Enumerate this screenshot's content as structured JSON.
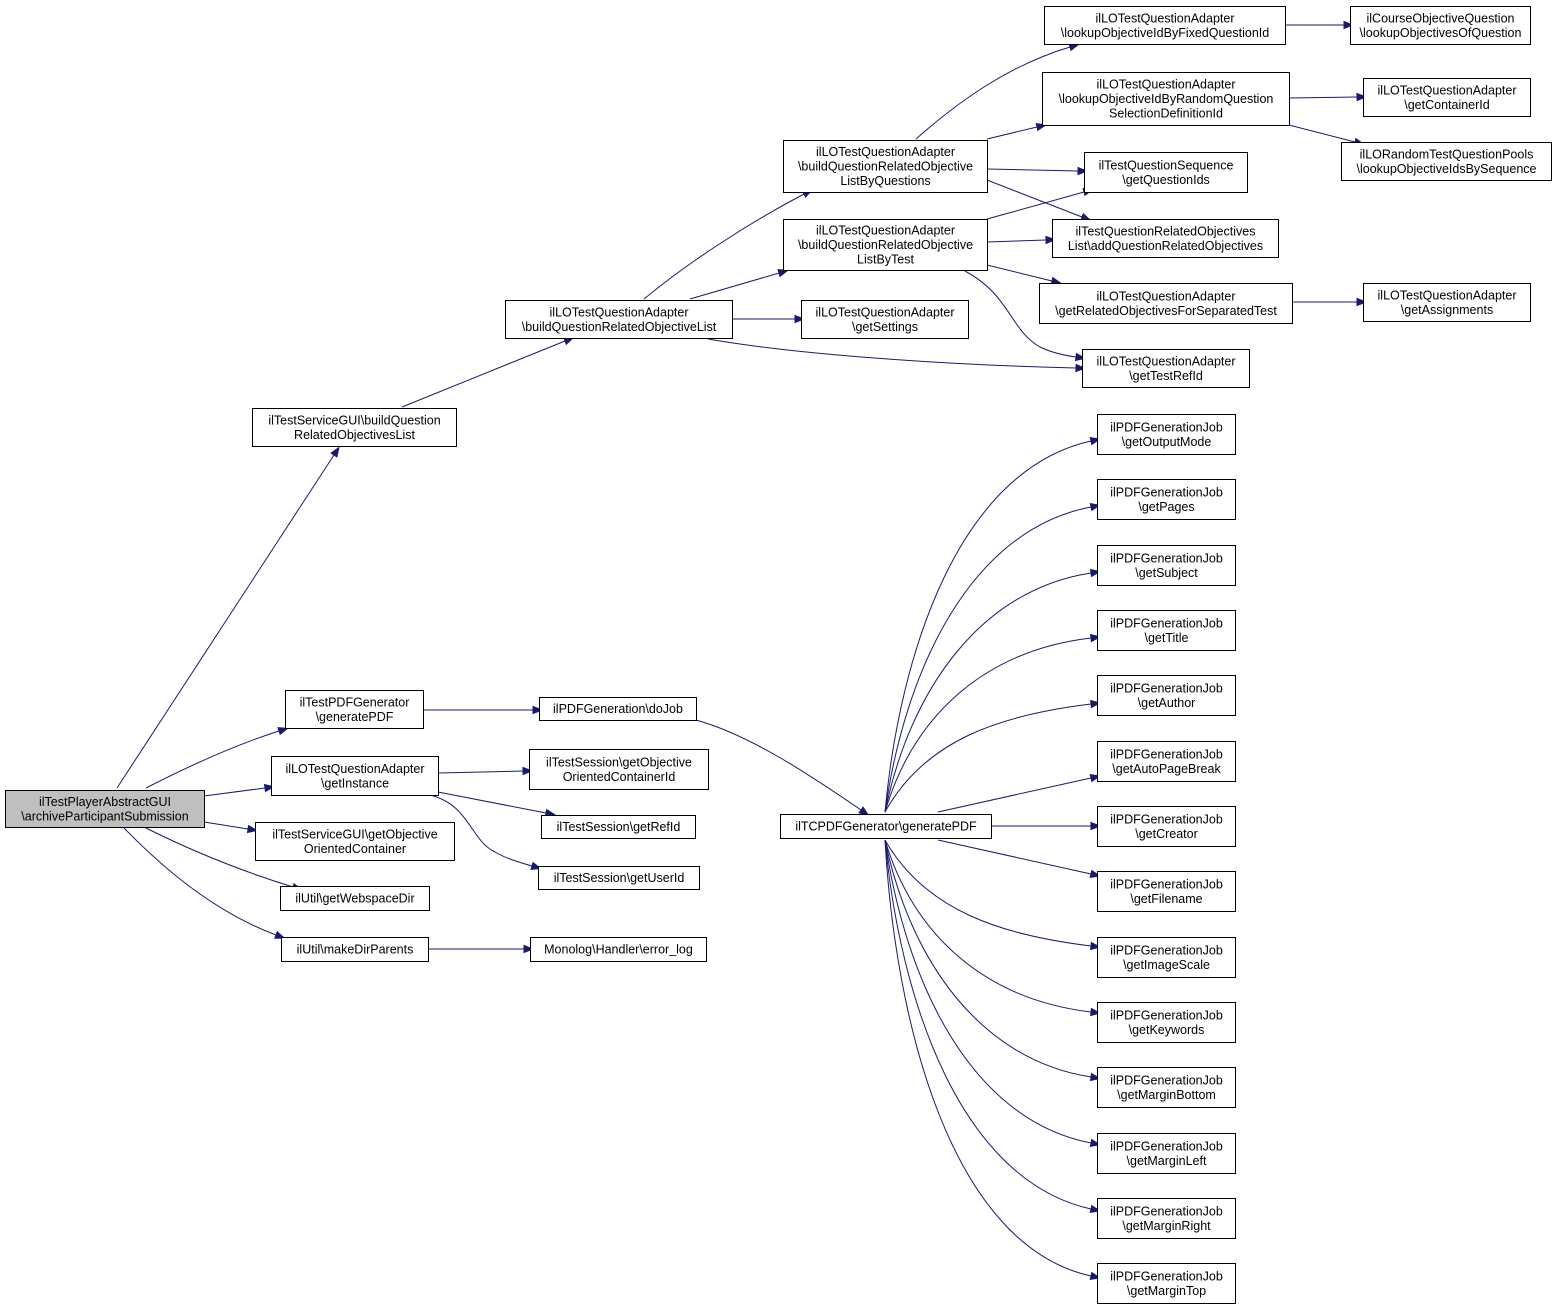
{
  "colors": {
    "edge": "#191970",
    "root_fill": "#bfbfbf",
    "node_fill": "#ffffff",
    "node_border": "#000000"
  },
  "nodes": [
    {
      "id": "root",
      "lines": [
        "ilTestPlayerAbstractGUI",
        "\\archiveParticipantSubmission"
      ]
    },
    {
      "id": "tsg_build",
      "lines": [
        "ilTestServiceGUI\\buildQuestion",
        "RelatedObjectivesList"
      ]
    },
    {
      "id": "lo_build_list",
      "lines": [
        "ilLOTestQuestionAdapter",
        "\\buildQuestionRelatedObjectiveList"
      ]
    },
    {
      "id": "lo_build_by_questions",
      "lines": [
        "ilLOTestQuestionAdapter",
        "\\buildQuestionRelatedObjective",
        "ListByQuestions"
      ]
    },
    {
      "id": "lo_build_by_test",
      "lines": [
        "ilLOTestQuestionAdapter",
        "\\buildQuestionRelatedObjective",
        "ListByTest"
      ]
    },
    {
      "id": "lo_get_settings",
      "lines": [
        "ilLOTestQuestionAdapter",
        "\\getSettings"
      ]
    },
    {
      "id": "lo_lookup_fixed",
      "lines": [
        "ilLOTestQuestionAdapter",
        "\\lookupObjectiveIdByFixedQuestionId"
      ]
    },
    {
      "id": "lo_lookup_random",
      "lines": [
        "ilLOTestQuestionAdapter",
        "\\lookupObjectiveIdByRandomQuestion",
        "SelectionDefinitionId"
      ]
    },
    {
      "id": "course_obj_lookup",
      "lines": [
        "ilCourseObjectiveQuestion",
        "\\lookupObjectivesOfQuestion"
      ]
    },
    {
      "id": "lo_get_container",
      "lines": [
        "ilLOTestQuestionAdapter",
        "\\getContainerId"
      ]
    },
    {
      "id": "lo_random_pools",
      "lines": [
        "ilLORandomTestQuestionPools",
        "\\lookupObjectiveIdsBySequence"
      ]
    },
    {
      "id": "tqs_get_ids",
      "lines": [
        "ilTestQuestionSequence",
        "\\getQuestionIds"
      ]
    },
    {
      "id": "tqro_add",
      "lines": [
        "ilTestQuestionRelatedObjectives",
        "List\\addQuestionRelatedObjectives"
      ]
    },
    {
      "id": "lo_get_related_sep",
      "lines": [
        "ilLOTestQuestionAdapter",
        "\\getRelatedObjectivesForSeparatedTest"
      ]
    },
    {
      "id": "lo_get_assignments",
      "lines": [
        "ilLOTestQuestionAdapter",
        "\\getAssignments"
      ]
    },
    {
      "id": "lo_get_test_ref",
      "lines": [
        "ilLOTestQuestionAdapter",
        "\\getTestRefId"
      ]
    },
    {
      "id": "pdf_gen",
      "lines": [
        "ilTestPDFGenerator",
        "\\generatePDF"
      ]
    },
    {
      "id": "pdfgen_dojob",
      "lines": [
        "ilPDFGeneration\\doJob"
      ]
    },
    {
      "id": "lo_get_instance",
      "lines": [
        "ilLOTestQuestionAdapter",
        "\\getInstance"
      ]
    },
    {
      "id": "ts_get_obj_container",
      "lines": [
        "ilTestSession\\getObjective",
        "OrientedContainerId"
      ]
    },
    {
      "id": "ts_get_ref",
      "lines": [
        "ilTestSession\\getRefId"
      ]
    },
    {
      "id": "ts_get_user",
      "lines": [
        "ilTestSession\\getUserId"
      ]
    },
    {
      "id": "tsg_get_obj_container",
      "lines": [
        "ilTestServiceGUI\\getObjective",
        "OrientedContainer"
      ]
    },
    {
      "id": "util_webspace",
      "lines": [
        "ilUtil\\getWebspaceDir"
      ]
    },
    {
      "id": "util_makedir",
      "lines": [
        "ilUtil\\makeDirParents"
      ]
    },
    {
      "id": "monolog_error",
      "lines": [
        "Monolog\\Handler\\error_log"
      ]
    },
    {
      "id": "tcpdf_generate",
      "lines": [
        "ilTCPDFGenerator\\generatePDF"
      ]
    },
    {
      "id": "job_output_mode",
      "lines": [
        "ilPDFGenerationJob",
        "\\getOutputMode"
      ]
    },
    {
      "id": "job_pages",
      "lines": [
        "ilPDFGenerationJob",
        "\\getPages"
      ]
    },
    {
      "id": "job_subject",
      "lines": [
        "ilPDFGenerationJob",
        "\\getSubject"
      ]
    },
    {
      "id": "job_title",
      "lines": [
        "ilPDFGenerationJob",
        "\\getTitle"
      ]
    },
    {
      "id": "job_author",
      "lines": [
        "ilPDFGenerationJob",
        "\\getAuthor"
      ]
    },
    {
      "id": "job_auto_page_break",
      "lines": [
        "ilPDFGenerationJob",
        "\\getAutoPageBreak"
      ]
    },
    {
      "id": "job_creator",
      "lines": [
        "ilPDFGenerationJob",
        "\\getCreator"
      ]
    },
    {
      "id": "job_filename",
      "lines": [
        "ilPDFGenerationJob",
        "\\getFilename"
      ]
    },
    {
      "id": "job_image_scale",
      "lines": [
        "ilPDFGenerationJob",
        "\\getImageScale"
      ]
    },
    {
      "id": "job_keywords",
      "lines": [
        "ilPDFGenerationJob",
        "\\getKeywords"
      ]
    },
    {
      "id": "job_margin_bottom",
      "lines": [
        "ilPDFGenerationJob",
        "\\getMarginBottom"
      ]
    },
    {
      "id": "job_margin_left",
      "lines": [
        "ilPDFGenerationJob",
        "\\getMarginLeft"
      ]
    },
    {
      "id": "job_margin_right",
      "lines": [
        "ilPDFGenerationJob",
        "\\getMarginRight"
      ]
    },
    {
      "id": "job_margin_top",
      "lines": [
        "ilPDFGenerationJob",
        "\\getMarginTop"
      ]
    }
  ],
  "edges": [
    [
      "root",
      "tsg_build"
    ],
    [
      "root",
      "pdf_gen"
    ],
    [
      "root",
      "lo_get_instance"
    ],
    [
      "root",
      "tsg_get_obj_container"
    ],
    [
      "root",
      "util_webspace"
    ],
    [
      "root",
      "util_makedir"
    ],
    [
      "tsg_build",
      "lo_build_list"
    ],
    [
      "lo_build_list",
      "lo_build_by_questions"
    ],
    [
      "lo_build_list",
      "lo_build_by_test"
    ],
    [
      "lo_build_list",
      "lo_get_settings"
    ],
    [
      "lo_build_list",
      "lo_get_test_ref"
    ],
    [
      "lo_build_by_questions",
      "lo_lookup_fixed"
    ],
    [
      "lo_build_by_questions",
      "lo_lookup_random"
    ],
    [
      "lo_build_by_questions",
      "tqs_get_ids"
    ],
    [
      "lo_build_by_questions",
      "tqro_add"
    ],
    [
      "lo_build_by_test",
      "tqs_get_ids"
    ],
    [
      "lo_build_by_test",
      "tqro_add"
    ],
    [
      "lo_build_by_test",
      "lo_get_related_sep"
    ],
    [
      "lo_build_by_test",
      "lo_get_test_ref"
    ],
    [
      "lo_lookup_fixed",
      "course_obj_lookup"
    ],
    [
      "lo_lookup_random",
      "lo_get_container"
    ],
    [
      "lo_lookup_random",
      "lo_random_pools"
    ],
    [
      "lo_get_related_sep",
      "lo_get_assignments"
    ],
    [
      "pdf_gen",
      "pdfgen_dojob"
    ],
    [
      "pdfgen_dojob",
      "tcpdf_generate"
    ],
    [
      "lo_get_instance",
      "ts_get_obj_container"
    ],
    [
      "lo_get_instance",
      "ts_get_ref"
    ],
    [
      "lo_get_instance",
      "ts_get_user"
    ],
    [
      "util_makedir",
      "monolog_error"
    ],
    [
      "tcpdf_generate",
      "job_output_mode"
    ],
    [
      "tcpdf_generate",
      "job_pages"
    ],
    [
      "tcpdf_generate",
      "job_subject"
    ],
    [
      "tcpdf_generate",
      "job_title"
    ],
    [
      "tcpdf_generate",
      "job_author"
    ],
    [
      "tcpdf_generate",
      "job_auto_page_break"
    ],
    [
      "tcpdf_generate",
      "job_creator"
    ],
    [
      "tcpdf_generate",
      "job_filename"
    ],
    [
      "tcpdf_generate",
      "job_image_scale"
    ],
    [
      "tcpdf_generate",
      "job_keywords"
    ],
    [
      "tcpdf_generate",
      "job_margin_bottom"
    ],
    [
      "tcpdf_generate",
      "job_margin_left"
    ],
    [
      "tcpdf_generate",
      "job_margin_right"
    ],
    [
      "tcpdf_generate",
      "job_margin_top"
    ]
  ]
}
